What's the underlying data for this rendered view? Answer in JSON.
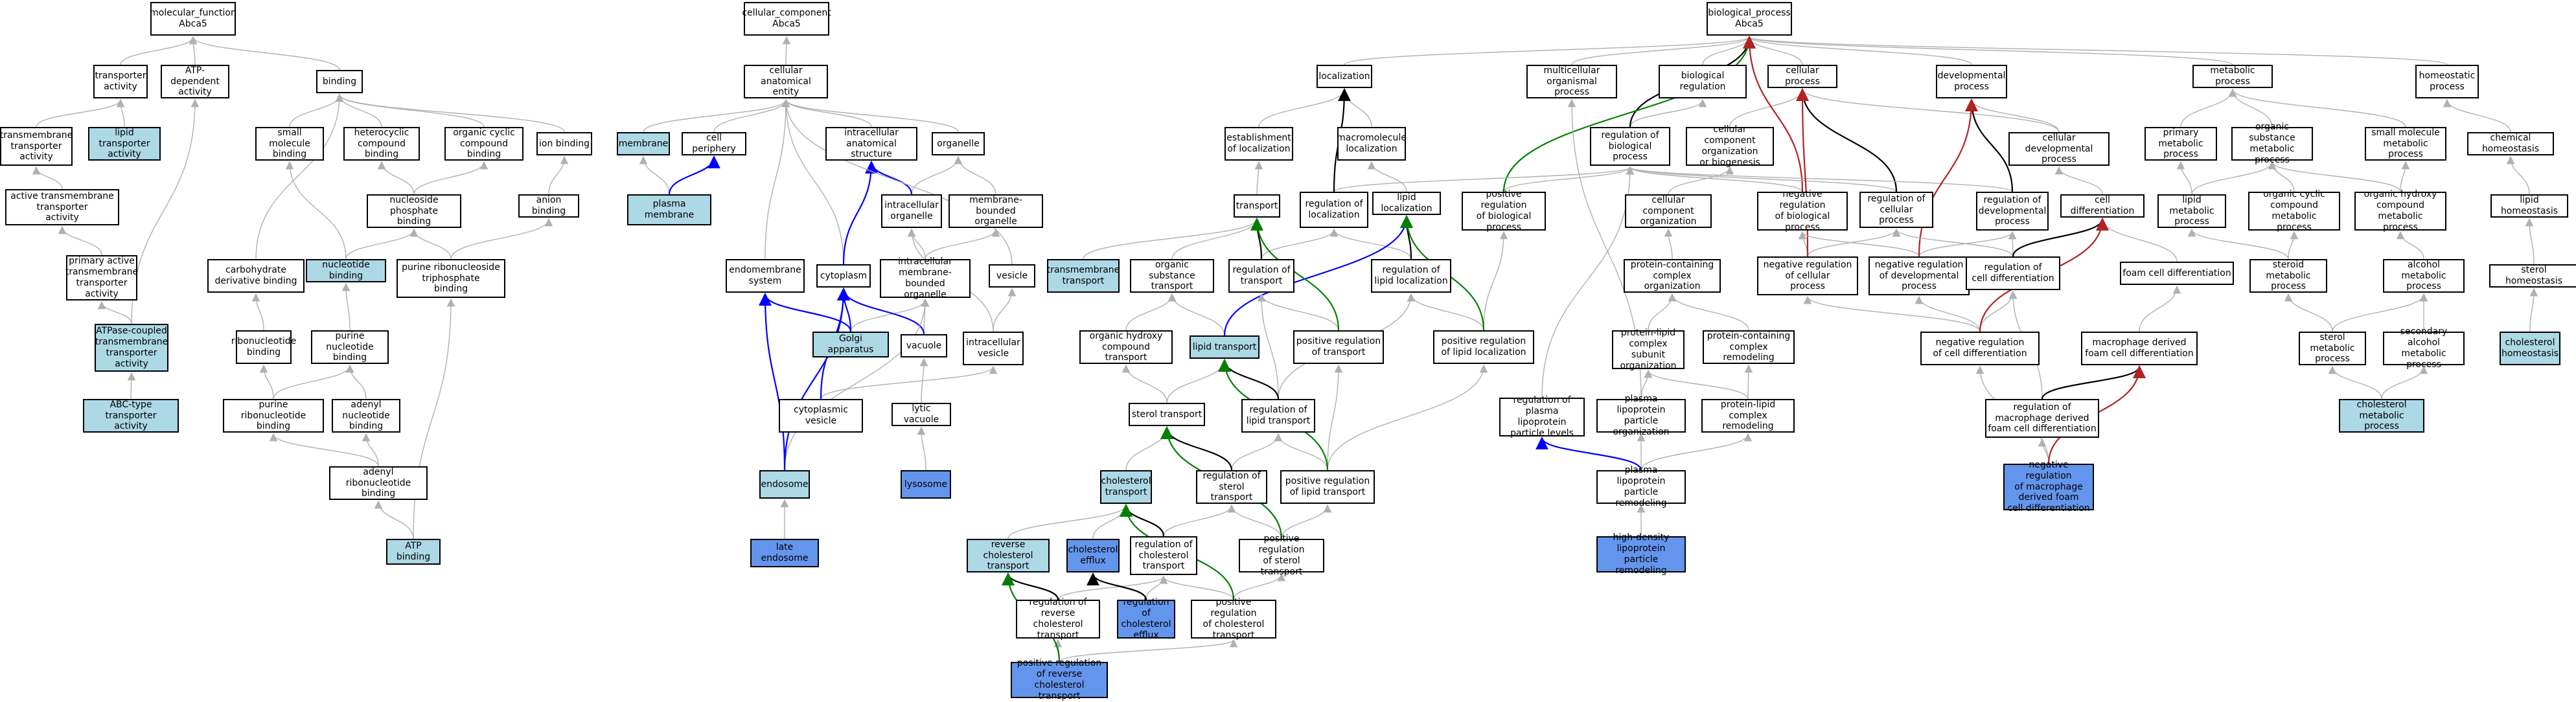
{
  "nodes": {
    "mf": "molecular_function\nAbca5",
    "cc": "cellular_component\nAbca5",
    "bp": "biological_process\nAbca5",
    "transporter_activity": "transporter\nactivity",
    "atp_dep_activity": "ATP-dependent\nactivity",
    "binding": "binding",
    "cae": "cellular anatomical\nentity",
    "localization": "localization",
    "multicellular": "multicellular\norganismal process",
    "biological_regulation": "biological regulation",
    "cellular_process": "cellular process",
    "developmental_process": "developmental\nprocess",
    "metabolic_process": "metabolic process",
    "homeostatic_process": "homeostatic\nprocess",
    "tm_transporter": "transmembrane\ntransporter\nactivity",
    "lipid_transporter": "lipid transporter\nactivity",
    "small_molecule_binding": "small molecule\nbinding",
    "heterocyclic_binding": "heterocyclic\ncompound binding",
    "organic_cyclic_binding": "organic cyclic\ncompound binding",
    "ion_binding": "ion binding",
    "membrane": "membrane",
    "cell_periphery": "cell periphery",
    "intracellular_as": "intracellular\nanatomical structure",
    "organelle": "organelle",
    "establishment_loc": "establishment\nof localization",
    "macromolecule_loc": "macromolecule\nlocalization",
    "pos_reg_bp": "positive regulation\nof biological\nprocess",
    "reg_bp": "regulation of\nbiological\nprocess",
    "cc_org": "cellular component\norganization\nor biogenesis",
    "cellular_dev": "cellular developmental\nprocess",
    "primary_metabolic": "primary metabolic\nprocess",
    "organic_substance_metabolic": "organic substance\nmetabolic process",
    "small_molecule_metabolic": "small molecule\nmetabolic process",
    "chemical_homeostasis": "chemical homeostasis",
    "active_tm": "active transmembrane\ntransporter\nactivity",
    "nucleoside_phosphate_binding": "nucleoside phosphate\nbinding",
    "anion_binding": "anion binding",
    "plasma_membrane": "plasma membrane",
    "intracellular_organelle": "intracellular\norganelle",
    "membrane_bounded_organelle": "membrane-bounded\norganelle",
    "transport": "transport",
    "reg_localization": "regulation of\nlocalization",
    "lipid_localization": "lipid localization",
    "cc_organization": "cellular component\norganization",
    "neg_reg_bp": "negative regulation\nof biological\nprocess",
    "reg_cellular_process": "regulation of\ncellular process",
    "reg_dev_process": "regulation of\ndevelopmental\nprocess",
    "cell_differentiation": "cell differentiation",
    "lipid_metabolic": "lipid metabolic\nprocess",
    "organic_cyclic_metabolic": "organic cyclic\ncompound metabolic\nprocess",
    "organic_hydroxy_metabolic": "organic hydroxy\ncompound metabolic\nprocess",
    "lipid_homeostasis": "lipid homeostasis",
    "primary_active_tm": "primary active\ntransmembrane\ntransporter\nactivity",
    "carbohydrate_deriv_binding": "carbohydrate\nderivative binding",
    "nucleotide_binding": "nucleotide binding",
    "purine_ribonucleoside_tp_binding": "purine ribonucleoside\ntriphosphate\nbinding",
    "endomembrane": "endomembrane\nsystem",
    "cytoplasm": "cytoplasm",
    "intracellular_mb_organelle": "intracellular\nmembrane-bounded\norganelle",
    "vesicle": "vesicle",
    "transmembrane_transport": "transmembrane\ntransport",
    "organic_substance_transport": "organic substance\ntransport",
    "reg_transport": "regulation of\ntransport",
    "reg_lipid_localization": "regulation of\nlipid localization",
    "pc_complex_org": "protein-containing\ncomplex organization",
    "neg_reg_cellular_process": "negative regulation\nof cellular\nprocess",
    "neg_reg_dev_process": "negative regulation\nof developmental\nprocess",
    "reg_cell_diff": "regulation of\ncell differentiation",
    "foam_cell_diff": "foam cell differentiation",
    "steroid_metabolic": "steroid metabolic\nprocess",
    "alcohol_metabolic": "alcohol metabolic\nprocess",
    "sterol_homeostasis": "sterol homeostasis",
    "atpase_coupled": "ATPase-coupled\ntransmembrane\ntransporter\nactivity",
    "ribonucleotide_binding": "ribonucleotide\nbinding",
    "purine_nucleotide_binding": "purine nucleotide\nbinding",
    "golgi": "Golgi apparatus",
    "vacuole": "vacuole",
    "intracellular_vesicle": "intracellular\nvesicle",
    "organic_hydroxy_transport": "organic hydroxy\ncompound transport",
    "lipid_transport": "lipid transport",
    "pos_reg_transport": "positive regulation\nof transport",
    "pos_reg_lipid_localization": "positive regulation\nof lipid localization",
    "protein_lipid_subunit_org": "protein-lipid\ncomplex subunit\norganization",
    "protein_containing_remodeling": "protein-containing\ncomplex remodeling",
    "neg_reg_cell_diff": "negative regulation\nof cell differentiation",
    "macrophage_foam_diff": "macrophage derived\nfoam cell differentiation",
    "sterol_metabolic": "sterol metabolic\nprocess",
    "secondary_alcohol_metabolic": "secondary alcohol\nmetabolic process",
    "cholesterol_homeostasis": "cholesterol\nhomeostasis",
    "abc_transporter": "ABC-type transporter\nactivity",
    "purine_ribonucleotide_binding": "purine ribonucleotide\nbinding",
    "adenyl_nucleotide_binding": "adenyl nucleotide\nbinding",
    "cytoplasmic_vesicle": "cytoplasmic\nvesicle",
    "lytic_vacuole": "lytic vacuole",
    "sterol_transport": "sterol transport",
    "reg_lipid_transport": "regulation of\nlipid transport",
    "reg_plasma_lipoprotein_levels": "regulation of\nplasma lipoprotein\nparticle levels",
    "plasma_lipoprotein_org": "plasma lipoprotein\nparticle organization",
    "protein_lipid_remodeling": "protein-lipid\ncomplex remodeling",
    "reg_macrophage_foam": "regulation of\nmacrophage derived\nfoam cell differentiation",
    "cholesterol_metabolic": "cholesterol\nmetabolic process",
    "adenyl_ribonucleotide_binding": "adenyl ribonucleotide\nbinding",
    "endosome": "endosome",
    "lysosome": "lysosome",
    "cholesterol_transport": "cholesterol\ntransport",
    "reg_sterol_transport": "regulation of\nsterol transport",
    "pos_reg_lipid_transport": "positive regulation\nof lipid transport",
    "plasma_lipoprotein_remodeling": "plasma lipoprotein\nparticle remodeling",
    "neg_reg_macrophage_foam": "negative regulation\nof macrophage\nderived foam\ncell differentiation",
    "atp_binding": "ATP binding",
    "late_endosome": "late endosome",
    "reverse_cholesterol_transport": "reverse cholesterol\ntransport",
    "cholesterol_efflux": "cholesterol\nefflux",
    "reg_cholesterol_transport": "regulation of\ncholesterol\ntransport",
    "pos_reg_sterol_transport": "positive regulation\nof sterol transport",
    "hdl_remodeling": "high-density\nlipoprotein\nparticle remodeling",
    "reg_reverse_cholesterol": "regulation of\nreverse cholesterol\ntransport",
    "reg_cholesterol_efflux": "regulation of\ncholesterol\nefflux",
    "pos_reg_cholesterol_transport": "positive regulation\nof cholesterol\ntransport",
    "pos_reg_reverse_cholesterol": "positive regulation\nof reverse cholesterol\ntransport"
  },
  "colors": {
    "background": "#ffffff",
    "node_default": "#ffffff",
    "node_light": "#add8e6",
    "node_dark": "#6495ed",
    "edge_is_a": "#b0b0b0",
    "edge_part_of": "#0000ff",
    "edge_regulates": "#000000",
    "edge_pos_regulates": "#008000",
    "edge_neg_regulates": "#b22222"
  }
}
